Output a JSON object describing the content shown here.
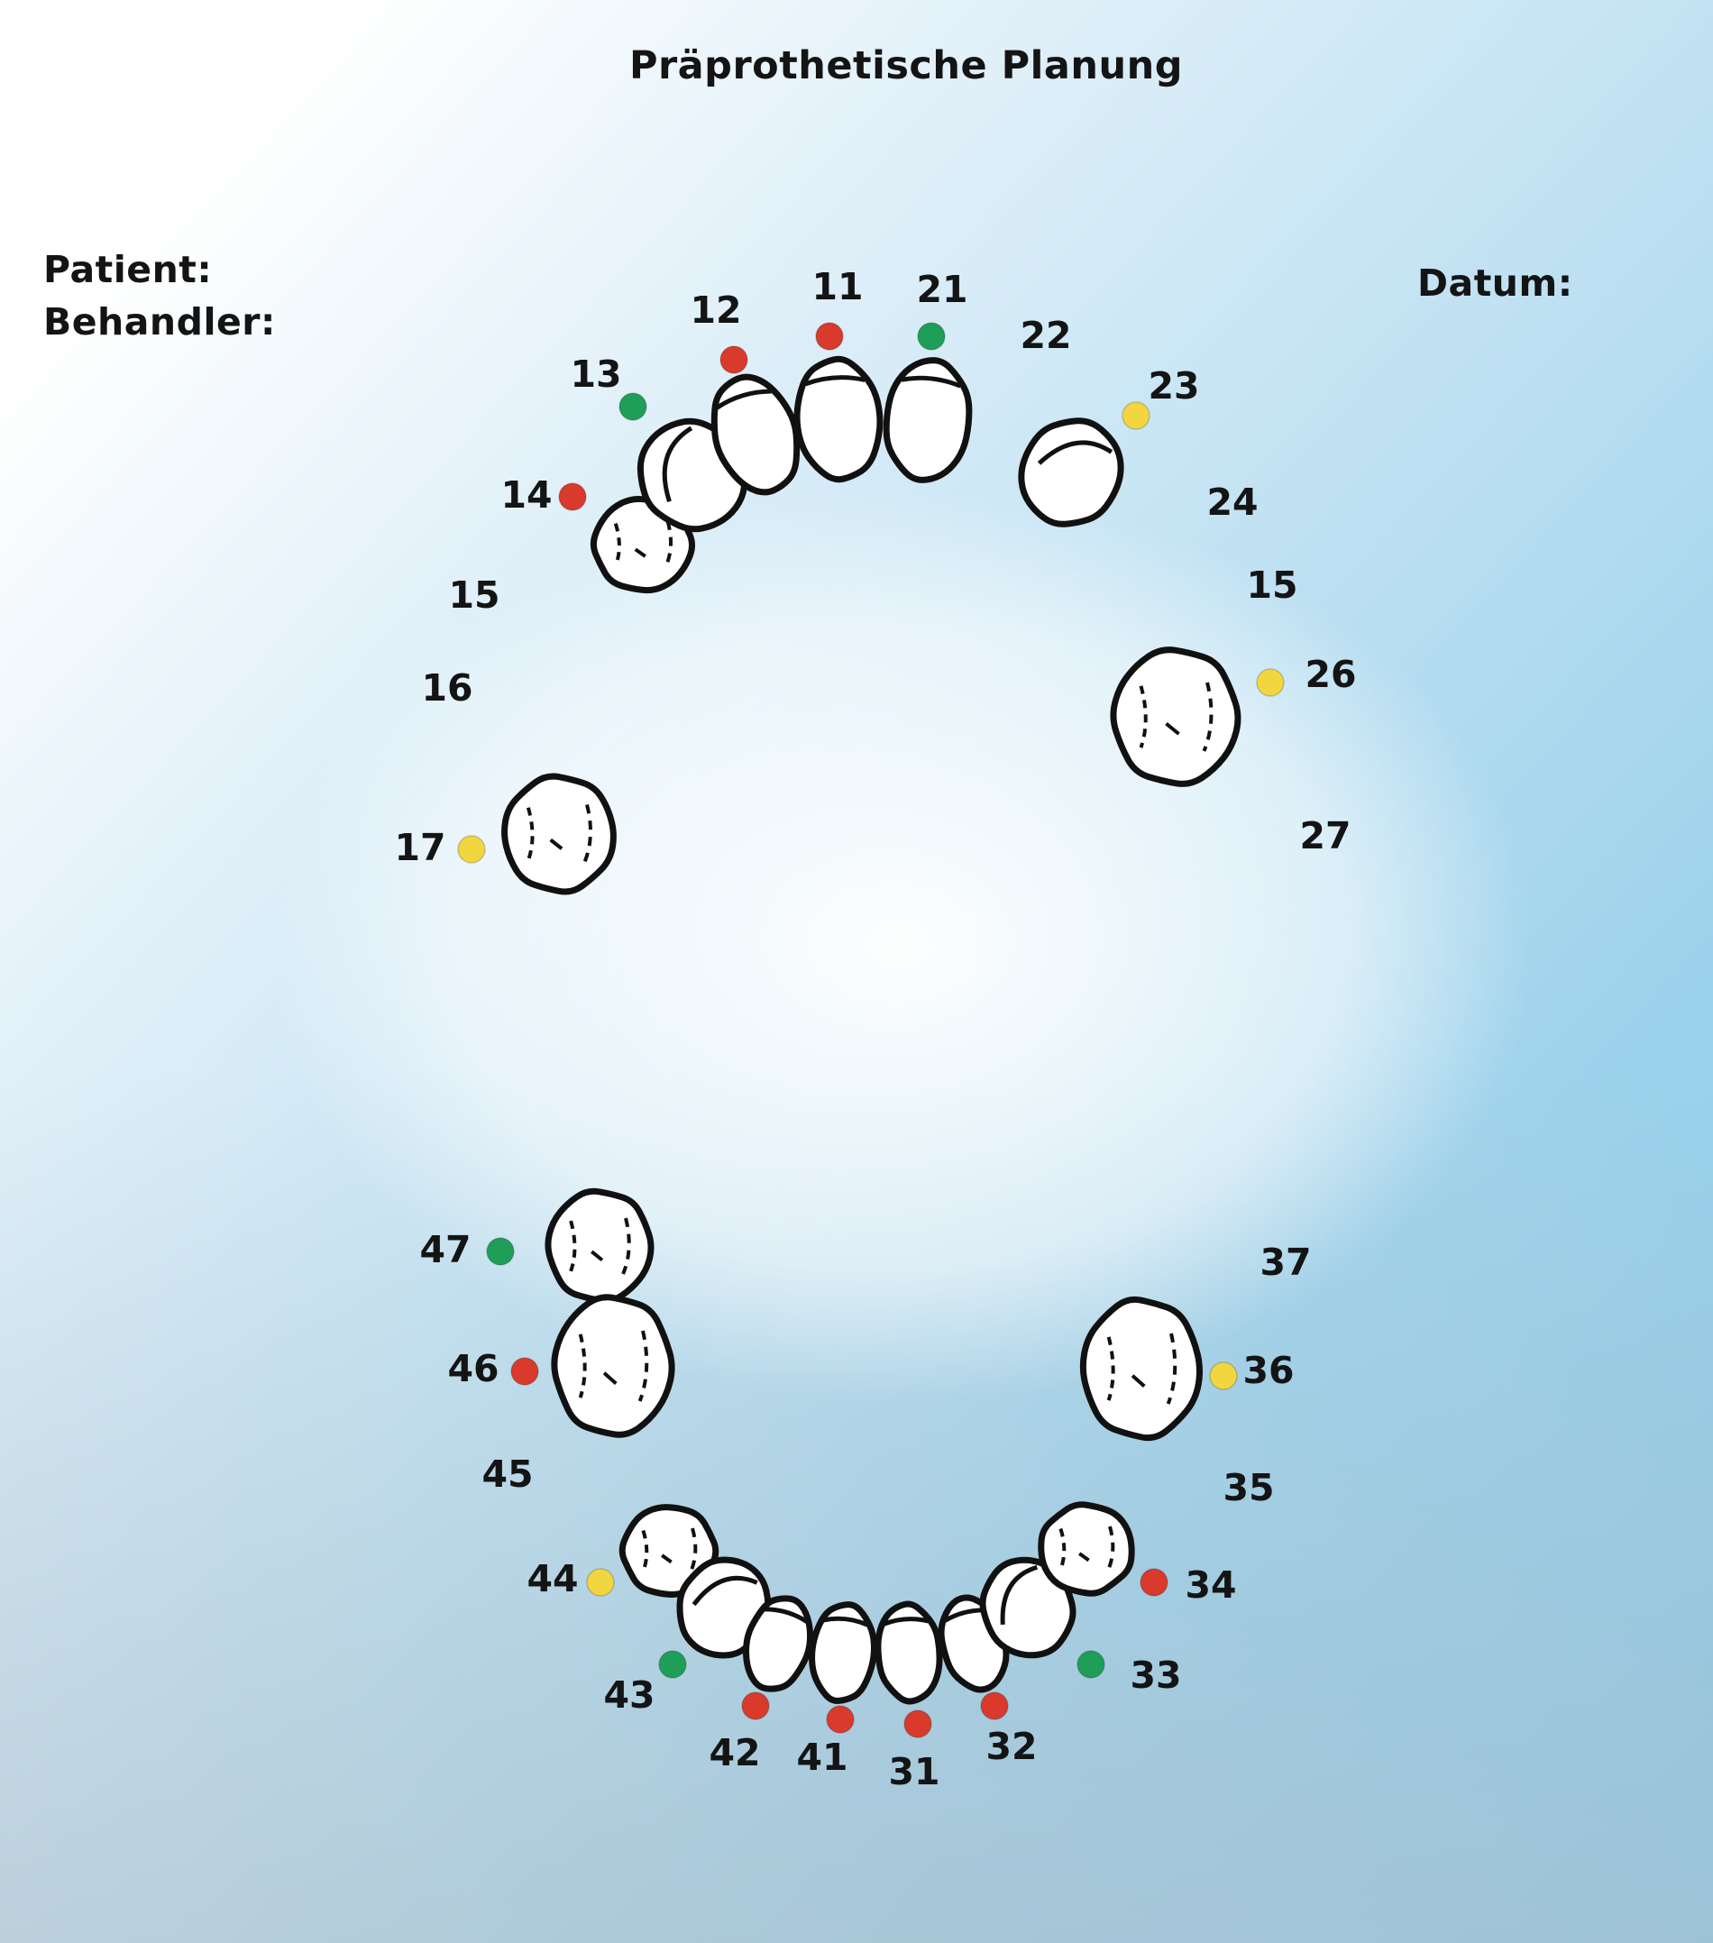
{
  "header": {
    "title": "Präprothetische Planung",
    "patient_label": "Patient:",
    "behandler_label": "Behandler:",
    "datum_label": "Datum:"
  },
  "colors": {
    "red": "#d93a2b",
    "green": "#1e9e57",
    "yellow": "#f2d640",
    "outline": "#111111",
    "tooth_fill": "#ffffff"
  },
  "teeth": [
    {
      "label": "17",
      "status": "yellow",
      "present": true
    },
    {
      "label": "16",
      "status": null,
      "present": false
    },
    {
      "label": "15",
      "status": null,
      "present": false
    },
    {
      "label": "14",
      "status": "red",
      "present": true
    },
    {
      "label": "13",
      "status": "green",
      "present": true
    },
    {
      "label": "12",
      "status": "red",
      "present": true
    },
    {
      "label": "11",
      "status": "red",
      "present": true
    },
    {
      "label": "21",
      "status": "green",
      "present": true
    },
    {
      "label": "22",
      "status": null,
      "present": false
    },
    {
      "label": "23",
      "status": "yellow",
      "present": true
    },
    {
      "label": "24",
      "status": null,
      "present": false
    },
    {
      "label": "15",
      "status": null,
      "present": false
    },
    {
      "label": "26",
      "status": "yellow",
      "present": true
    },
    {
      "label": "27",
      "status": null,
      "present": false
    },
    {
      "label": "47",
      "status": "green",
      "present": true
    },
    {
      "label": "46",
      "status": "red",
      "present": true
    },
    {
      "label": "45",
      "status": null,
      "present": false
    },
    {
      "label": "44",
      "status": "yellow",
      "present": true
    },
    {
      "label": "43",
      "status": "green",
      "present": true
    },
    {
      "label": "42",
      "status": "red",
      "present": true
    },
    {
      "label": "41",
      "status": "red",
      "present": true
    },
    {
      "label": "31",
      "status": "red",
      "present": true
    },
    {
      "label": "32",
      "status": "red",
      "present": true
    },
    {
      "label": "33",
      "status": "green",
      "present": true
    },
    {
      "label": "34",
      "status": "red",
      "present": true
    },
    {
      "label": "35",
      "status": null,
      "present": false
    },
    {
      "label": "36",
      "status": "yellow",
      "present": true
    },
    {
      "label": "37",
      "status": null,
      "present": false
    }
  ]
}
